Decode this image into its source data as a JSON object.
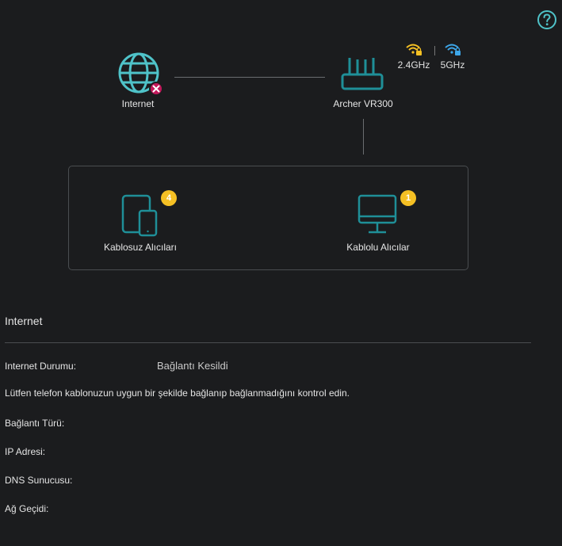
{
  "help": {
    "icon": "question-circle-icon"
  },
  "network_map": {
    "internet": {
      "label": "Internet",
      "icon": "globe-icon",
      "status_icon": "disconnected-x-icon"
    },
    "router": {
      "label": "Archer VR300",
      "icon": "router-icon"
    },
    "bands": [
      {
        "label": "2.4GHz",
        "icon": "wifi-lock-icon",
        "color": "#f5c024"
      },
      {
        "label": "5GHz",
        "icon": "wifi-lock-icon",
        "color": "#3da6e8"
      }
    ]
  },
  "clients": {
    "wireless": {
      "label": "Kablosuz Alıcıları",
      "count": "4",
      "icon": "tablet-phone-icon"
    },
    "wired": {
      "label": "Kablolu Alıcılar",
      "count": "1",
      "icon": "monitor-icon"
    }
  },
  "internet_section": {
    "title": "Internet",
    "status_label": "Internet Durumu:",
    "status_value": "Bağlantı Kesildi",
    "message": "Lütfen telefon kablonuzun uygun bir şekilde bağlanıp bağlanmadığını kontrol edin.",
    "fields": [
      {
        "label": "Bağlantı Türü:",
        "value": ""
      },
      {
        "label": "IP Adresi:",
        "value": ""
      },
      {
        "label": "DNS Sunucusu:",
        "value": ""
      },
      {
        "label": "Ağ Geçidi:",
        "value": ""
      }
    ]
  },
  "colors": {
    "accent": "#4fc3c9",
    "icon_stroke": "#1f8f98",
    "badge": "#f5c024",
    "error": "#c2185b"
  }
}
